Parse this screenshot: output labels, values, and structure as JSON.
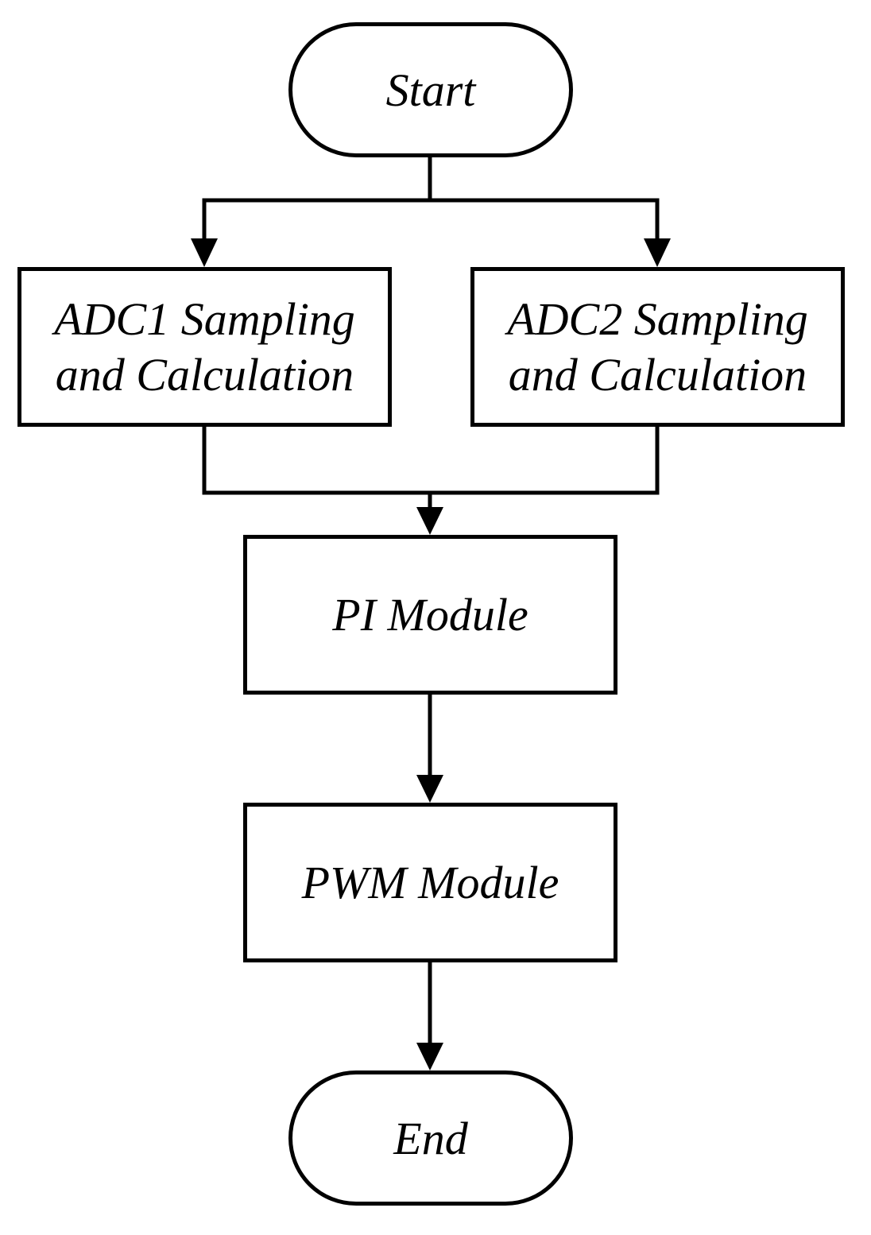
{
  "diagram": {
    "nodes": {
      "start": {
        "label": "Start"
      },
      "adc1": {
        "line1": "ADC1 Sampling",
        "line2": "and Calculation"
      },
      "adc2": {
        "line1": "ADC2 Sampling",
        "line2": "and Calculation"
      },
      "pi": {
        "label": "PI Module"
      },
      "pwm": {
        "label": "PWM Module"
      },
      "end": {
        "label": "End"
      }
    },
    "edges": [
      {
        "from": "start",
        "to": "adc1"
      },
      {
        "from": "start",
        "to": "adc2"
      },
      {
        "from": "adc1",
        "to": "pi"
      },
      {
        "from": "adc2",
        "to": "pi"
      },
      {
        "from": "pi",
        "to": "pwm"
      },
      {
        "from": "pwm",
        "to": "end"
      }
    ],
    "colors": {
      "stroke": "#000000",
      "fill": "#ffffff"
    }
  }
}
